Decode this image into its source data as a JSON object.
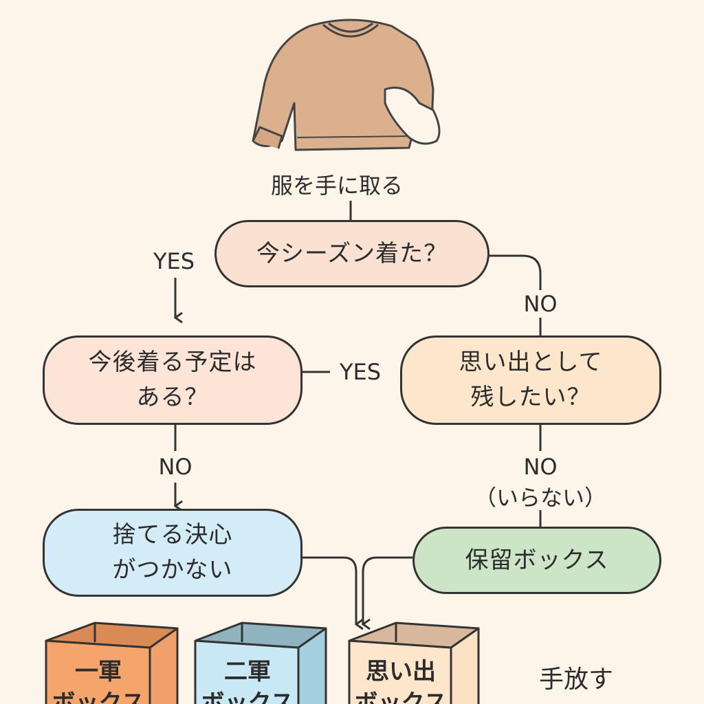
{
  "start_label": "服を手に取る",
  "nodes": {
    "q1": {
      "text": "今シーズン着た？",
      "color": "#fbe1d2"
    },
    "q2": {
      "line1": "今後着る予定は",
      "line2": "ある？",
      "color": "#fce5d6"
    },
    "q3": {
      "line1": "思い出として",
      "line2": "残したい？",
      "color": "#fde7cc"
    },
    "q4": {
      "line1": "捨てる決心",
      "line2": "がつかない",
      "color": "#d4ecf8"
    },
    "q5": {
      "text": "保留ボックス",
      "color": "#cbe5c6"
    }
  },
  "edges": {
    "q1_yes": "YES",
    "q1_no": "NO",
    "q2_yes": "YES",
    "q2_no": "NO",
    "q3_no": "NO",
    "q3_no_note": "（いらない）"
  },
  "boxes": [
    {
      "line1": "一軍",
      "line2": "ボックス",
      "color": "#f5a56c"
    },
    {
      "line1": "二軍",
      "line2": "ボックス",
      "color": "#bfe1f2"
    },
    {
      "line1": "思い出",
      "line2": "ボックス",
      "color": "#fde6cb"
    }
  ],
  "release_label": "手放す"
}
